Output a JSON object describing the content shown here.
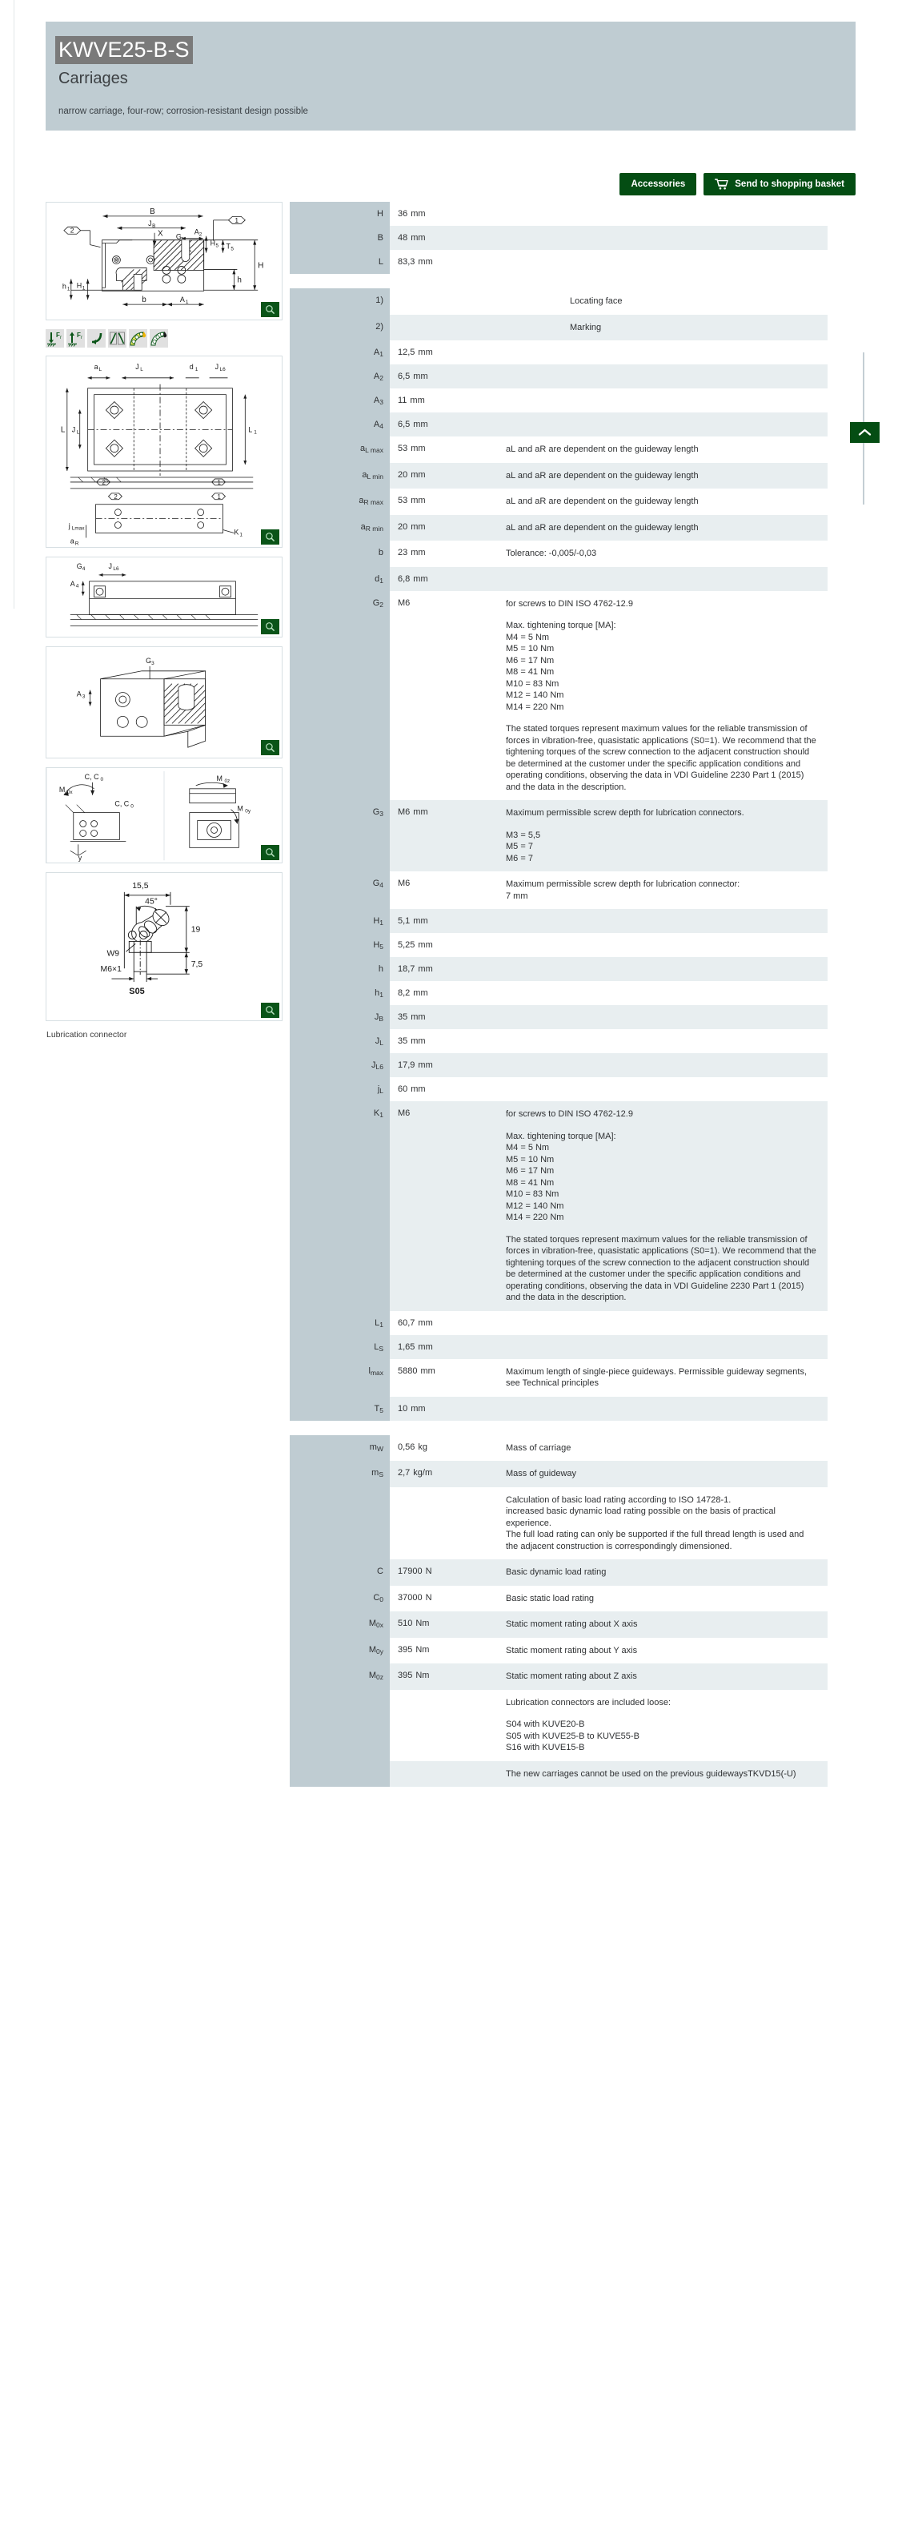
{
  "header": {
    "title": "KWVE25-B-S",
    "subtitle": "Carriages",
    "description": "narrow carriage, four-row; corrosion-resistant design possible"
  },
  "actions": {
    "accessories_label": "Accessories",
    "basket_label": "Send to shopping basket",
    "button_color": "#044d13"
  },
  "figures": {
    "caption_lubrication": "Lubrication connector",
    "zoom_icon": "magnifier-icon",
    "property_icons": [
      "force-down-fr-icon",
      "force-up-fr-icon",
      "bend-arrow-icon",
      "tilt-icon",
      "oil-lubrication-icon",
      "grease-lubrication-icon"
    ],
    "drawing1_labels": [
      "B",
      "J",
      "B",
      "A",
      "2",
      "G",
      "2",
      "X",
      "1",
      "2",
      "H",
      "5",
      "T",
      "5",
      "H",
      "h",
      "h",
      "1",
      "H",
      "1",
      "b",
      "A",
      "1"
    ],
    "drawing5_labels": [
      "15,5",
      "45°",
      "19",
      "7,5",
      "W9",
      "M6×1",
      "S05"
    ]
  },
  "table1": {
    "rows": [
      {
        "k": "H",
        "sub": "",
        "v": "36",
        "u": "mm",
        "n": ""
      },
      {
        "k": "B",
        "sub": "",
        "v": "48",
        "u": "mm",
        "n": ""
      },
      {
        "k": "L",
        "sub": "",
        "v": "83,3",
        "u": "mm",
        "n": ""
      }
    ]
  },
  "table2": {
    "rows": [
      {
        "k": "1)",
        "sub": "",
        "v": "",
        "u": "",
        "n": "Locating face"
      },
      {
        "k": "2)",
        "sub": "",
        "v": "",
        "u": "",
        "n": "Marking"
      },
      {
        "k": "A",
        "sub": "1",
        "v": "12,5",
        "u": "mm",
        "n": ""
      },
      {
        "k": "A",
        "sub": "2",
        "v": "6,5",
        "u": "mm",
        "n": ""
      },
      {
        "k": "A",
        "sub": "3",
        "v": "11",
        "u": "mm",
        "n": ""
      },
      {
        "k": "A",
        "sub": "4",
        "v": "6,5",
        "u": "mm",
        "n": ""
      },
      {
        "k": "a",
        "sub": "L max",
        "v": "53",
        "u": "mm",
        "n": "aL and aR are dependent on the guideway length"
      },
      {
        "k": "a",
        "sub": "L min",
        "v": "20",
        "u": "mm",
        "n": "aL and aR are dependent on the guideway length"
      },
      {
        "k": "a",
        "sub": "R max",
        "v": "53",
        "u": "mm",
        "n": "aL and aR are dependent on the guideway length"
      },
      {
        "k": "a",
        "sub": "R min",
        "v": "20",
        "u": "mm",
        "n": "aL and aR are dependent on the guideway length"
      },
      {
        "k": "b",
        "sub": "",
        "v": "23",
        "u": "mm",
        "n": "Tolerance: -0,005/-0,03"
      },
      {
        "k": "d",
        "sub": "1",
        "v": "6,8",
        "u": "mm",
        "n": ""
      },
      {
        "k": "G",
        "sub": "2",
        "v": "M6",
        "u": "",
        "n": "G2_NOTE"
      },
      {
        "k": "G",
        "sub": "3",
        "v": "M6",
        "u": "mm",
        "n": "G3_NOTE"
      },
      {
        "k": "G",
        "sub": "4",
        "v": "M6",
        "u": "",
        "n": "G4_NOTE"
      },
      {
        "k": "H",
        "sub": "1",
        "v": "5,1",
        "u": "mm",
        "n": ""
      },
      {
        "k": "H",
        "sub": "5",
        "v": "5,25",
        "u": "mm",
        "n": ""
      },
      {
        "k": "h",
        "sub": "",
        "v": "18,7",
        "u": "mm",
        "n": ""
      },
      {
        "k": "h",
        "sub": "1",
        "v": "8,2",
        "u": "mm",
        "n": ""
      },
      {
        "k": "J",
        "sub": "B",
        "v": "35",
        "u": "mm",
        "n": ""
      },
      {
        "k": "J",
        "sub": "L",
        "v": "35",
        "u": "mm",
        "n": ""
      },
      {
        "k": "J",
        "sub": "L6",
        "v": "17,9",
        "u": "mm",
        "n": ""
      },
      {
        "k": "j",
        "sub": "L",
        "v": "60",
        "u": "mm",
        "n": ""
      },
      {
        "k": "K",
        "sub": "1",
        "v": "M6",
        "u": "",
        "n": "G2_NOTE"
      },
      {
        "k": "L",
        "sub": "1",
        "v": "60,7",
        "u": "mm",
        "n": ""
      },
      {
        "k": "L",
        "sub": "S",
        "v": "1,65",
        "u": "mm",
        "n": ""
      },
      {
        "k": "l",
        "sub": "max",
        "v": "5880",
        "u": "mm",
        "n": "LMAX_NOTE"
      },
      {
        "k": "T",
        "sub": "5",
        "v": "10",
        "u": "mm",
        "n": ""
      }
    ],
    "notes": {
      "G2_NOTE": {
        "line1": "for screws to DIN ISO 4762-12.9",
        "block1_title": "Max. tightening torque [MA]:",
        "block1": [
          "M4 = 5 Nm",
          "M5 = 10 Nm",
          "M6 = 17 Nm",
          "M8 = 41 Nm",
          "M10 = 83 Nm",
          "M12 = 140 Nm",
          "M14 = 220 Nm"
        ],
        "block2": "The stated torques represent maximum values for the reliable transmission of forces in vibration-free, quasistatic applications (S0=1). We recommend that the tightening torques of the screw connection to the adjacent construction should be determined at the customer under the specific application conditions and operating conditions, observing the data in VDI Guideline 2230 Part 1 (2015) and the data in the description."
      },
      "G3_NOTE": {
        "line1": "Maximum permissible screw depth for lubrication connectors.",
        "block1": [
          "M3 = 5,5",
          "M5 = 7",
          "M6 = 7"
        ]
      },
      "G4_NOTE": {
        "line1": "Maximum permissible screw depth for lubrication connector:",
        "line2": "7 mm"
      },
      "LMAX_NOTE": {
        "line1": "Maximum length of single-piece guideways. Permissible guideway segments, see Technical principles"
      }
    }
  },
  "table3": {
    "rows": [
      {
        "k": "m",
        "sub": "W",
        "v": "0,56",
        "u": "kg",
        "n": "Mass of carriage"
      },
      {
        "k": "m",
        "sub": "S",
        "v": "2,7",
        "u": "kg/m",
        "n": "Mass of guideway"
      },
      {
        "k": "",
        "sub": "",
        "v": "",
        "u": "",
        "n": "LOAD_NOTE"
      },
      {
        "k": "C",
        "sub": "",
        "v": "17900",
        "u": "N",
        "n": "Basic dynamic load rating"
      },
      {
        "k": "C",
        "sub": "0",
        "v": "37000",
        "u": "N",
        "n": "Basic static load rating"
      },
      {
        "k": "M",
        "sub": "0x",
        "v": "510",
        "u": "Nm",
        "n": "Static moment rating about X axis"
      },
      {
        "k": "M",
        "sub": "0y",
        "v": "395",
        "u": "Nm",
        "n": "Static moment rating about Y axis"
      },
      {
        "k": "M",
        "sub": "0z",
        "v": "395",
        "u": "Nm",
        "n": "Static moment rating about Z axis"
      },
      {
        "k": "",
        "sub": "",
        "v": "",
        "u": "",
        "n": "LUBE_NOTE"
      },
      {
        "k": "",
        "sub": "",
        "v": "",
        "u": "",
        "n": "PREV_NOTE"
      }
    ],
    "notes": {
      "LOAD_NOTE": {
        "lines": [
          "Calculation of basic load rating according to ISO 14728-1.",
          "increased basic dynamic load rating possible on the basis of practical experience.",
          "The full load rating can only be supported if the full thread length is used and the adjacent construction is correspondingly dimensioned."
        ]
      },
      "LUBE_NOTE": {
        "line1": "Lubrication connectors are included loose:",
        "block1": [
          "S04 with KUVE20-B",
          "S05 with KUVE25-B to KUVE55-B",
          "S16 with KUVE15-B"
        ]
      },
      "PREV_NOTE": {
        "line1": "The new carriages cannot be used on the previous guidewaysTKVD15(-U)"
      }
    }
  }
}
